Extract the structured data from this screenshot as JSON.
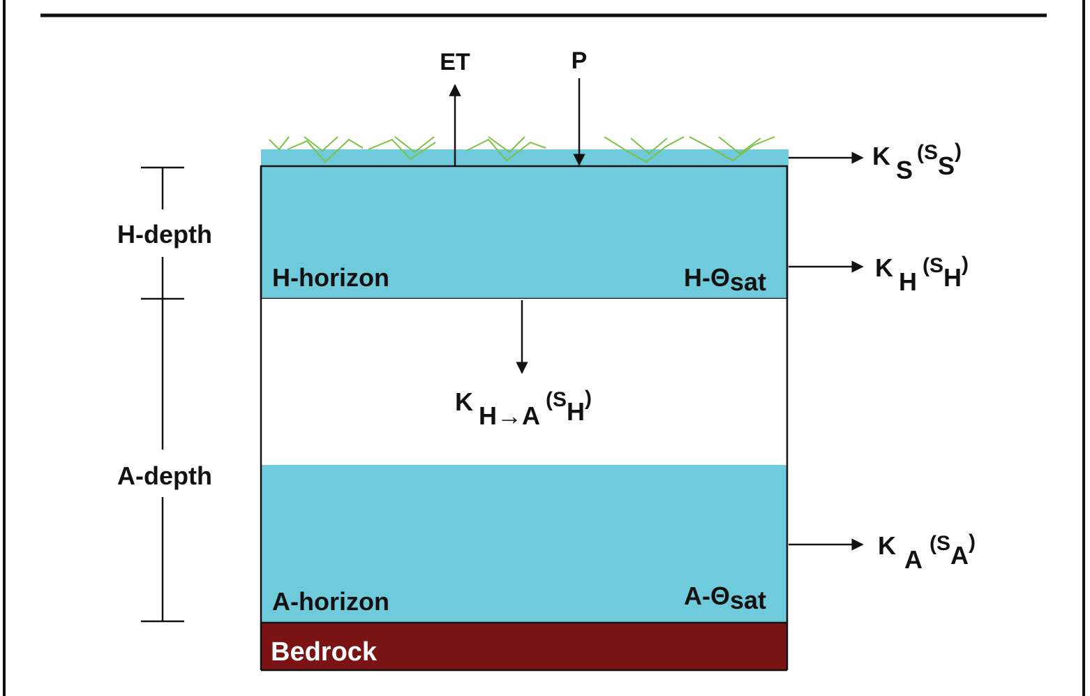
{
  "diagram": {
    "top_flows": {
      "et": "ET",
      "p": "P"
    },
    "depths": {
      "h_depth": "H-depth",
      "a_depth": "A-depth"
    },
    "layers": {
      "h_horizon": "H-horizon",
      "h_theta": {
        "main": "H-Θ",
        "sub": "sat"
      },
      "a_horizon": "A-horizon",
      "a_theta": {
        "main": "A-Θ",
        "sub": "sat"
      },
      "bedrock": "Bedrock"
    },
    "fluxes": {
      "k_s": {
        "k": "K",
        "ksub": "S",
        "open": "(S",
        "ssub": "S",
        "close": ")"
      },
      "k_h": {
        "k": "K",
        "ksub": "H",
        "open": "(S",
        "ssub": "H",
        "close": ")"
      },
      "k_ha": {
        "k": "K",
        "ksub": "H→A",
        "open": "(S",
        "ssub": "H",
        "close": ")"
      },
      "k_a": {
        "k": "K",
        "ksub": "A",
        "open": "(S",
        "ssub": "A",
        "close": ")"
      }
    }
  },
  "colors": {
    "horizon_fill": "#6fcbdc",
    "bedrock_fill": "#7a1414",
    "grass_stroke": "#7cc242",
    "line": "#111111",
    "bedrock_text": "#ffffff"
  }
}
